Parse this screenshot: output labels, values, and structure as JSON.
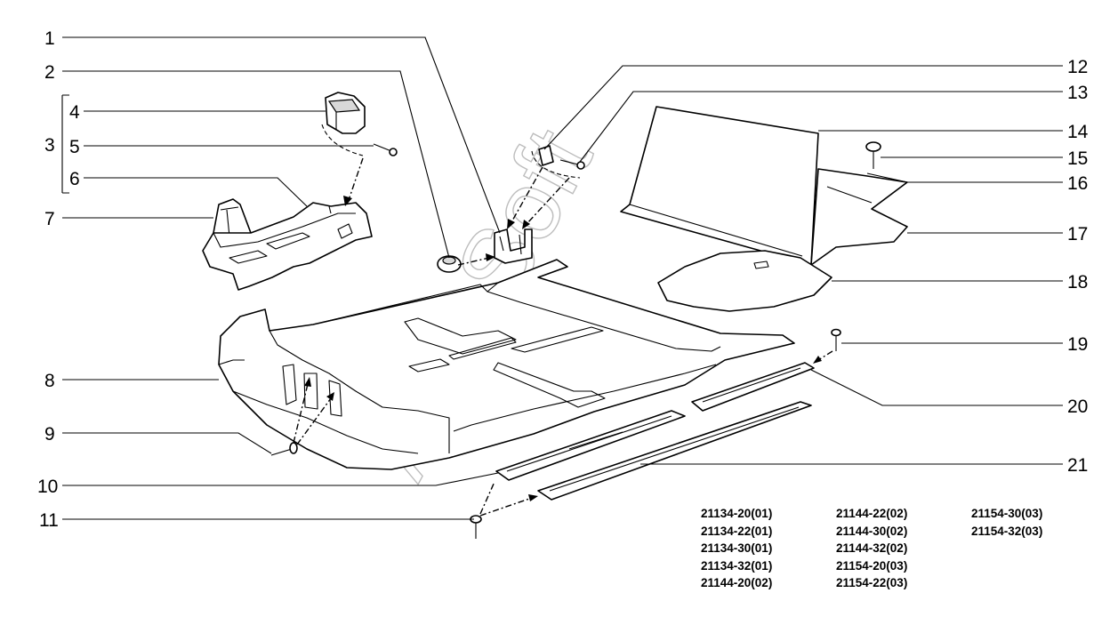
{
  "watermark": "AutoSoft",
  "callouts": [
    "1",
    "2",
    "3",
    "4",
    "5",
    "6",
    "7",
    "8",
    "9",
    "10",
    "11",
    "12",
    "13",
    "14",
    "15",
    "16",
    "17",
    "18",
    "19",
    "20",
    "21"
  ],
  "model_codes": [
    [
      "21134-20(01)",
      "21144-22(02)",
      "21154-30(03)"
    ],
    [
      "21134-22(01)",
      "21144-30(02)",
      "21154-32(03)"
    ],
    [
      "21134-30(01)",
      "21144-32(02)",
      ""
    ],
    [
      "21134-32(01)",
      "21154-20(03)",
      ""
    ],
    [
      "21144-20(02)",
      "21154-22(03)",
      ""
    ]
  ],
  "colors": {
    "line": "#000000",
    "watermark": "#bdbdbd",
    "background": "#ffffff"
  }
}
